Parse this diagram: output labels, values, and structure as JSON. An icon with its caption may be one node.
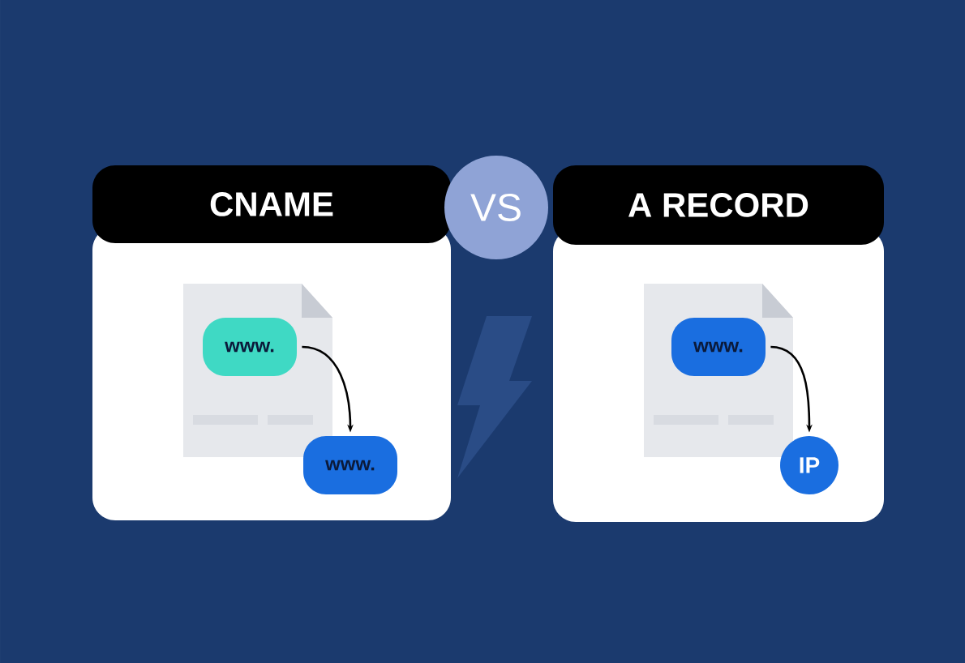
{
  "diagram": {
    "nodes": [
      {
        "text": [
          "CNAME"
        ]
      },
      {
        "text": [
          "www."
        ],
        "in": 0
      },
      {
        "text": [
          "www."
        ],
        "in": 0
      },
      {
        "text": [
          "VS"
        ]
      },
      {
        "text": [
          "A RECORD"
        ]
      },
      {
        "text": [
          "www."
        ],
        "in": 4
      },
      {
        "text": [
          "IP"
        ],
        "in": 4
      }
    ],
    "edges": [
      {
        "from": 1,
        "to": 2,
        "arrow": "to"
      },
      {
        "from": 5,
        "to": 6,
        "arrow": "to"
      }
    ]
  }
}
